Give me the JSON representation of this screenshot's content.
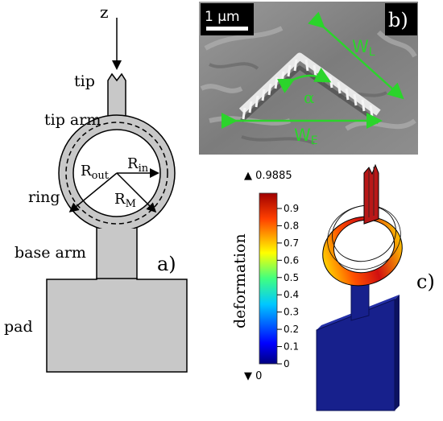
{
  "panel_a": {
    "panel_label": "a)",
    "axis_label": "z",
    "labels": {
      "tip": "tip",
      "tip_arm": "tip arm",
      "ring": "ring",
      "base_arm": "base arm",
      "pad": "pad"
    },
    "radii": {
      "r_out_main": "R",
      "r_out_sub": "out",
      "r_in_main": "R",
      "r_in_sub": "in",
      "r_m_main": "R",
      "r_m_sub": "M"
    }
  },
  "panel_b": {
    "panel_label": "b)",
    "scale_bar": "1 µm",
    "wl_main": "W",
    "wl_sub": "L",
    "we_main": "W",
    "we_sub": "E",
    "angle": "α"
  },
  "panel_c": {
    "panel_label": "c)",
    "colorbar_title": "deformation",
    "max_label": "▲ 0.9885",
    "min_label": "▼ 0",
    "ticks": [
      "0.9",
      "0.8",
      "0.7",
      "0.6",
      "0.5",
      "0.4",
      "0.3",
      "0.2",
      "0.1",
      "0"
    ]
  },
  "colors": {
    "device_fill": "#c8c8c8",
    "annotation_green": "#2bd42b",
    "pad_blue": "#17208c"
  }
}
